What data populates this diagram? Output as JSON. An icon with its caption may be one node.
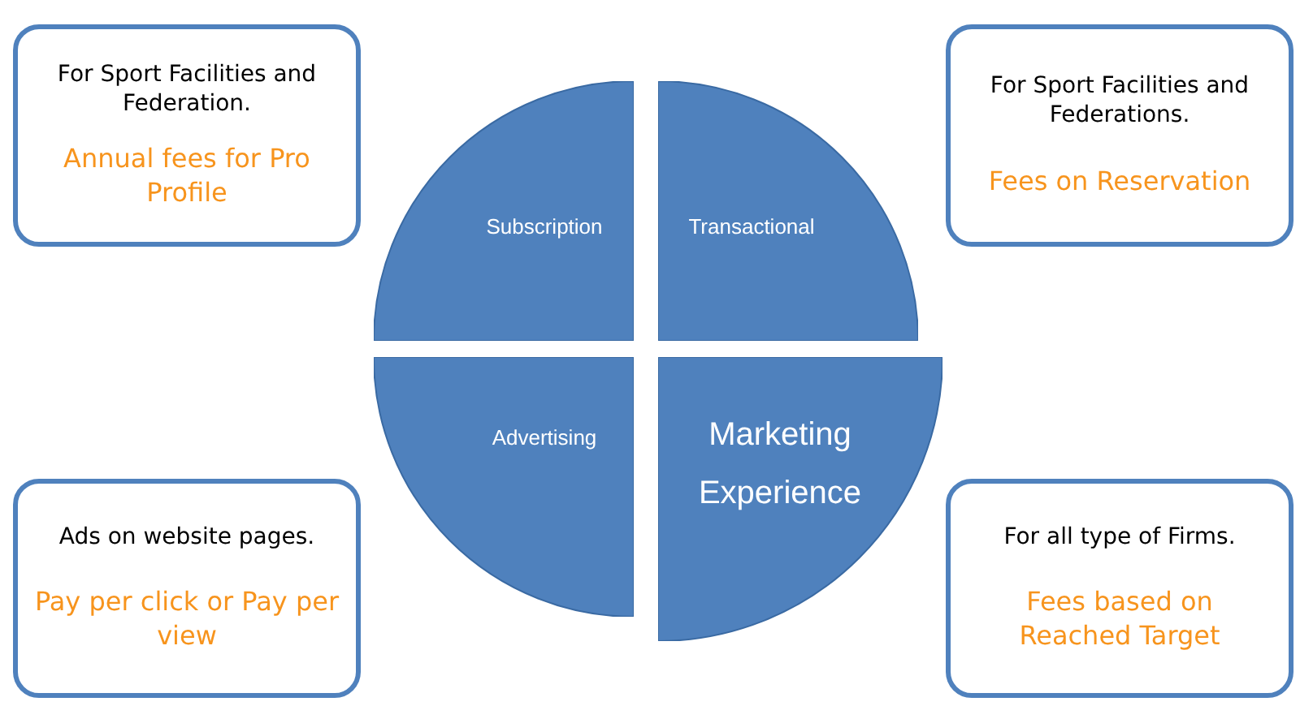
{
  "diagram": {
    "nodes": [
      {
        "text": [
          "For Sport Facilities and Federation.",
          "Annual fees for Pro Profile"
        ]
      },
      {
        "text": [
          "For Sport Facilities and Federations.",
          "Fees on Reservation"
        ]
      },
      {
        "text": [
          "Ads on website pages.",
          "Pay per click or Pay per view"
        ]
      },
      {
        "text": [
          "For all type of Firms.",
          "Fees based on Reached Target"
        ]
      },
      {
        "text": [
          "Subscription"
        ]
      },
      {
        "text": [
          "Transactional"
        ]
      },
      {
        "text": [
          "Advertising"
        ]
      },
      {
        "text": [
          "Marketing Experience"
        ]
      }
    ]
  }
}
